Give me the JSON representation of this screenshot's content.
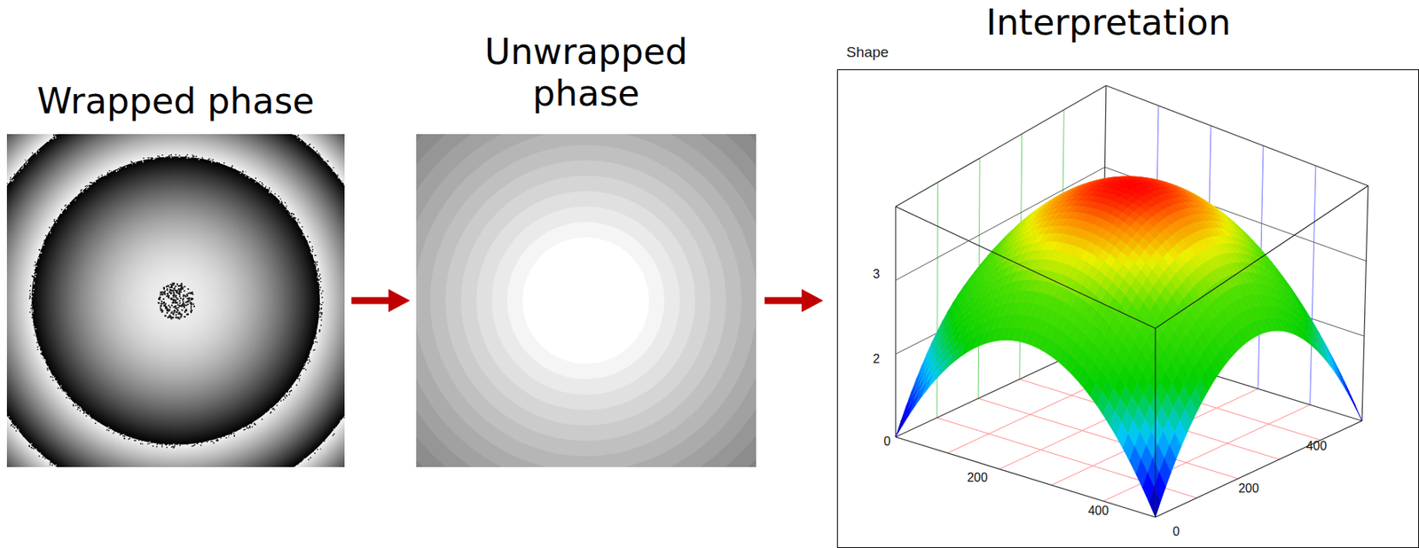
{
  "diagram": {
    "nodes": [
      {
        "text": [
          "Wrapped phase"
        ]
      },
      {
        "text": [
          "Unwrapped phase"
        ]
      },
      {
        "text": [
          "Interpretation",
          "Shape"
        ]
      }
    ],
    "edges": [
      {
        "from": 0,
        "to": 1,
        "arrow": "to"
      },
      {
        "from": 1,
        "to": 2,
        "arrow": "to"
      }
    ],
    "labels": [
      "3",
      "2",
      "0",
      "200",
      "400",
      "400",
      "200",
      "0"
    ]
  }
}
